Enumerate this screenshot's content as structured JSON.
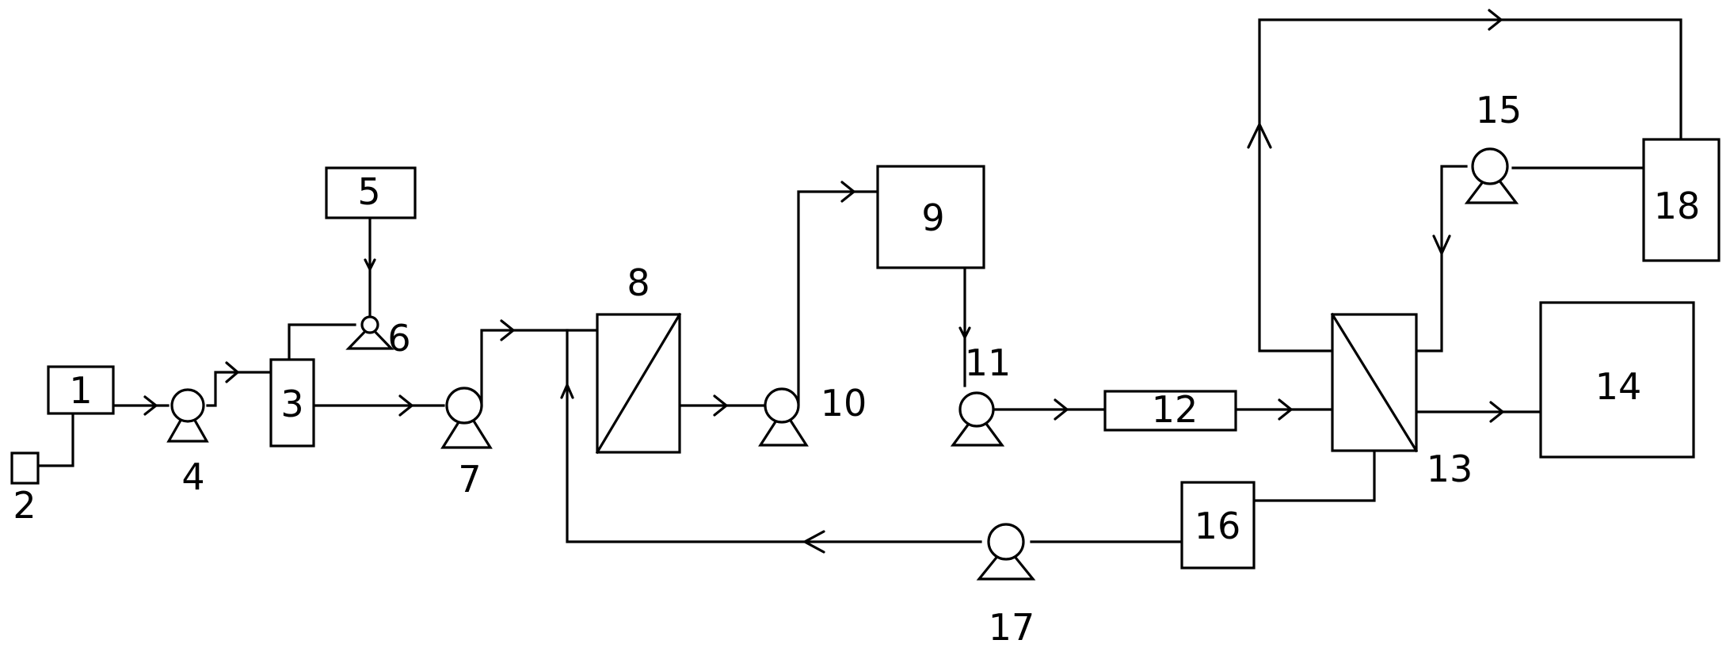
{
  "labels": {
    "u1": "1",
    "u2": "2",
    "u3": "3",
    "u4": "4",
    "u5": "5",
    "u6": "6",
    "u7": "7",
    "u8": "8",
    "u9": "9",
    "u10": "10",
    "u11": "11",
    "u12": "12",
    "u13": "13",
    "u14": "14",
    "u15": "15",
    "u16": "16",
    "u17": "17",
    "u18": "18"
  }
}
